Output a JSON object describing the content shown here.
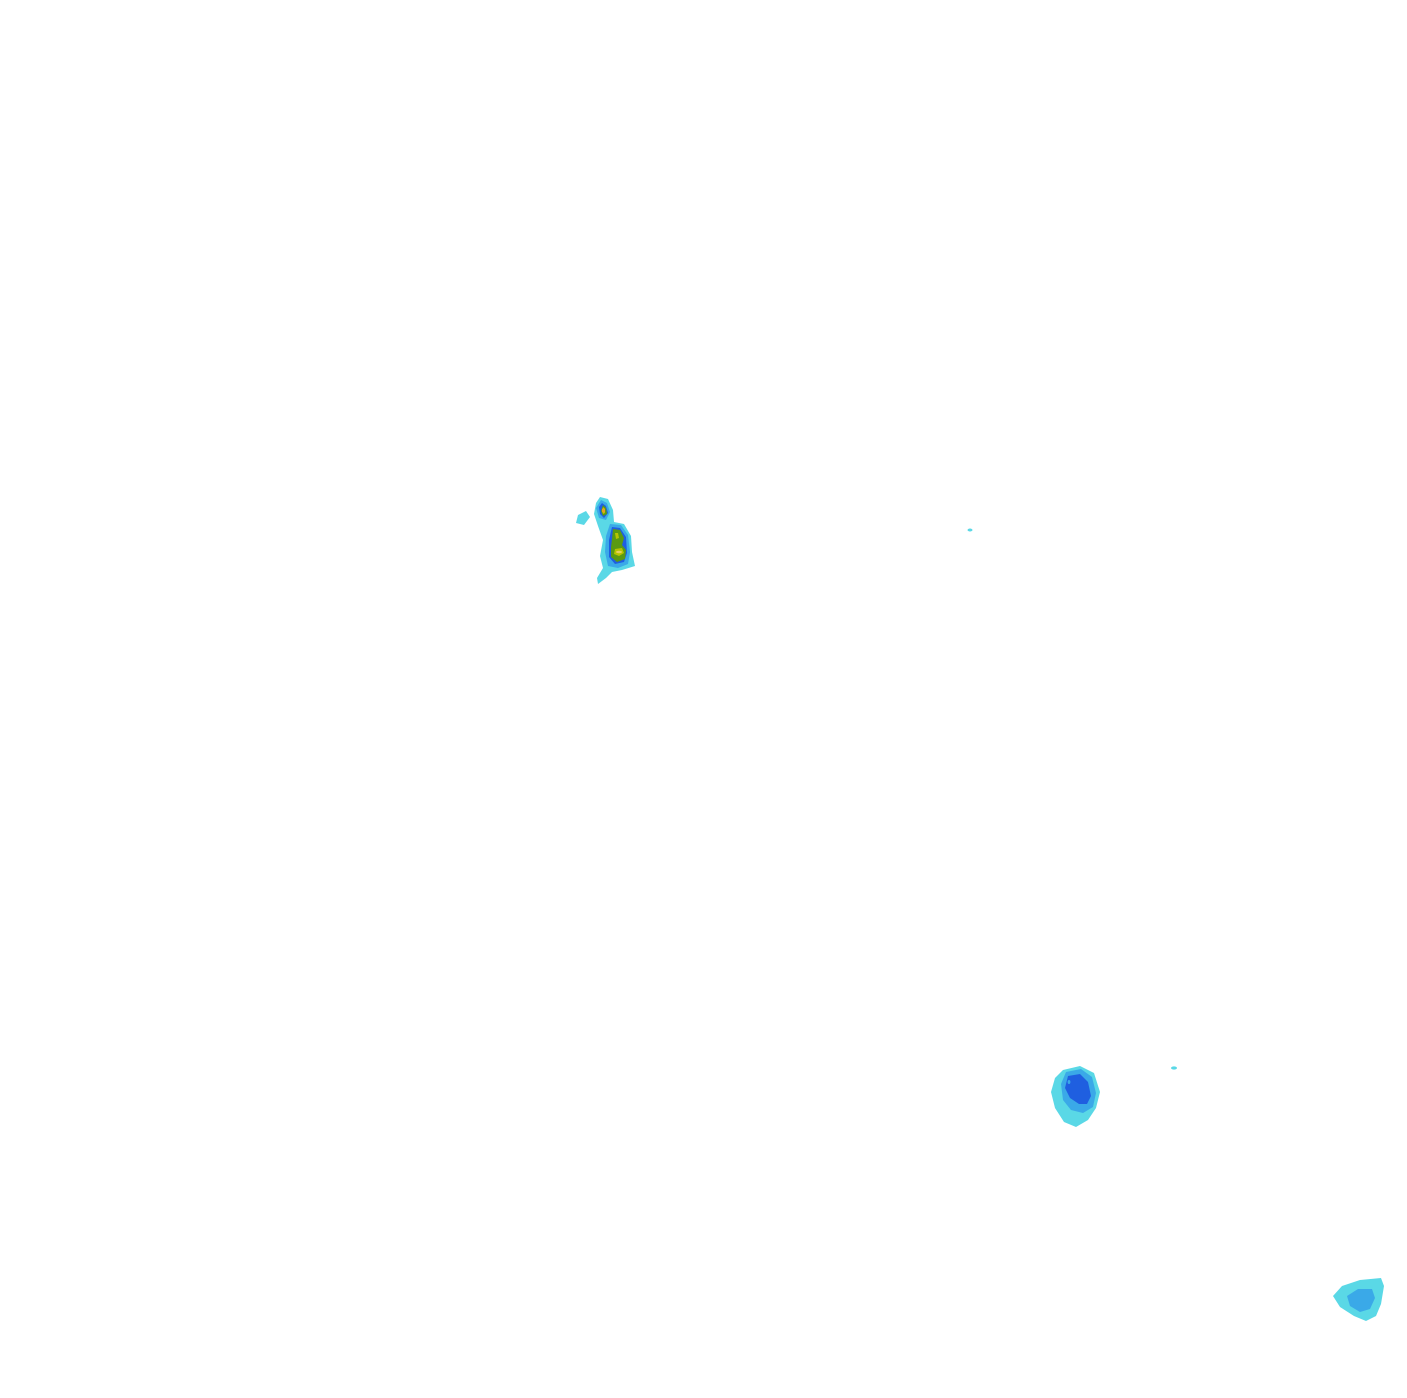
{
  "map": {
    "background_color": "#ffffff",
    "layer_type": "precipitation-radar-contours",
    "contour_colors": [
      "#5ad8e6",
      "#3aa9e8",
      "#1f5fe0",
      "#5a9a12",
      "#b8c400",
      "#e8a020"
    ],
    "cells": [
      {
        "name": "storm-cell-west",
        "levels": 6
      },
      {
        "name": "speck-central",
        "levels": 1
      },
      {
        "name": "storm-cell-southeast",
        "levels": 3
      },
      {
        "name": "speck-southeast",
        "levels": 1
      },
      {
        "name": "storm-cell-corner",
        "levels": 2
      }
    ]
  }
}
